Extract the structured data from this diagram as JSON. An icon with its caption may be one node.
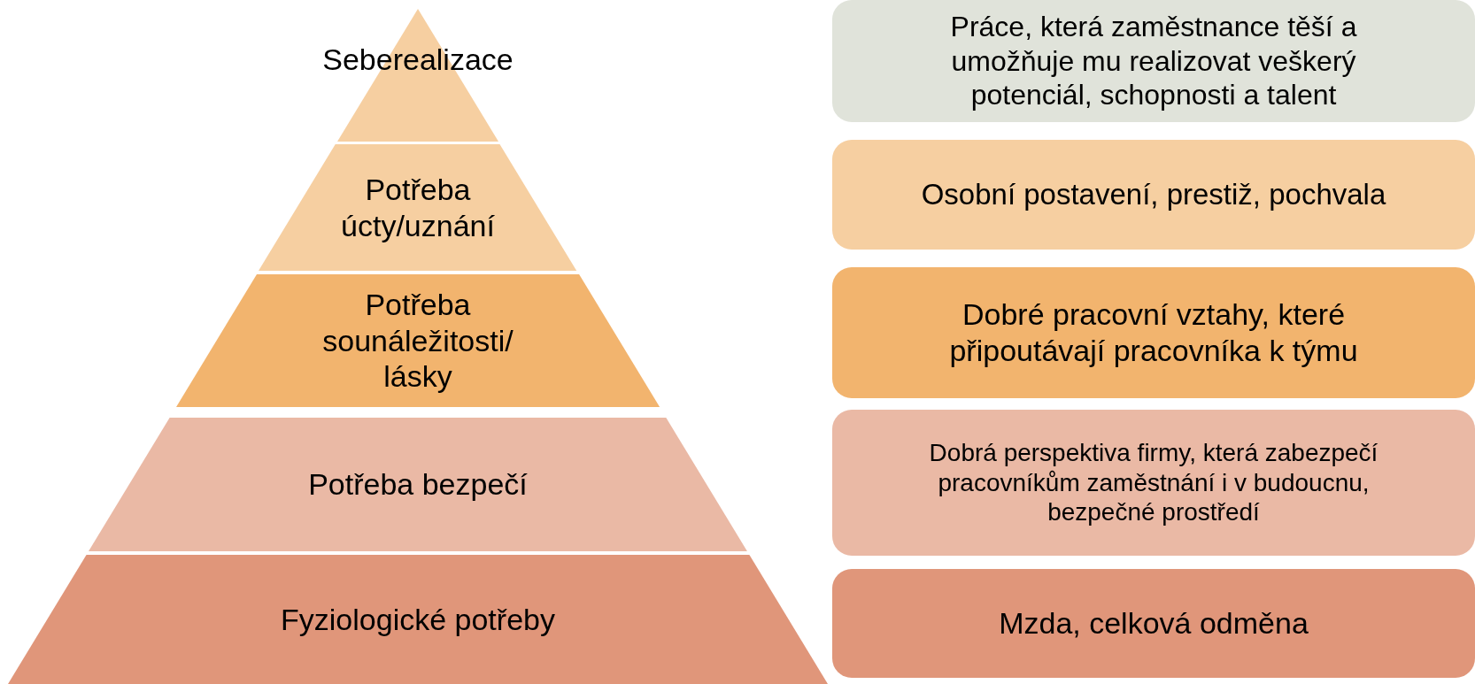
{
  "diagram": {
    "nodes": [
      {
        "text": [
          "Seberealizace"
        ]
      },
      {
        "text": [
          "Potřeba úcty/uznání"
        ]
      },
      {
        "text": [
          "Potřeba sounáležitosti/ lásky"
        ]
      },
      {
        "text": [
          "Potřeba bezpečí"
        ]
      },
      {
        "text": [
          "Fyziologické potřeby"
        ]
      },
      {
        "text": [
          "Práce, která zaměstnance těší a umožňuje mu realizovat veškerý potenciál, schopnosti a talent"
        ]
      },
      {
        "text": [
          "Osobní postavení, prestiž, pochvala"
        ]
      },
      {
        "text": [
          "Dobré pracovní vztahy, které připoutávají pracovníka k týmu"
        ]
      },
      {
        "text": [
          "Dobrá perspektiva firmy, která zabezpečí pracovníkům zaměstnání i v budoucnu, bezpečné prostředí"
        ]
      },
      {
        "text": [
          "Mzda, celková odměna"
        ]
      }
    ]
  }
}
